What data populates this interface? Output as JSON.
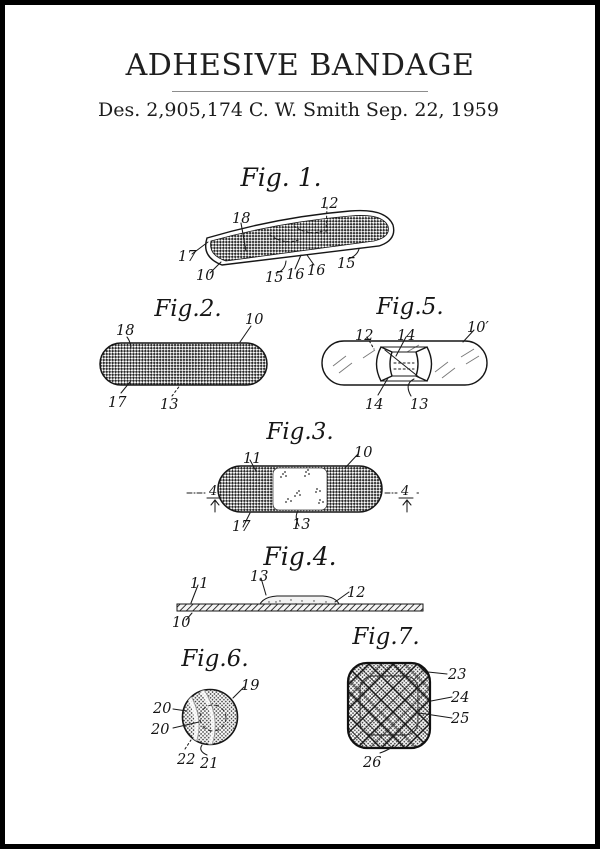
{
  "header": {
    "title": "ADHESIVE BANDAGE",
    "patent_number": "Des. 2,905,174",
    "inventor": "C. W. Smith",
    "issue_date": "Sep. 22, 1959"
  },
  "colors": {
    "ink": "#1a1a1a",
    "paper": "#ffffff",
    "frame": "#000000",
    "rule": "#8d8d8d"
  },
  "figures": [
    {
      "name": "fig-1",
      "heading": "Fig. 1.",
      "labels": [
        "18",
        "12",
        "17",
        "10",
        "15",
        "16",
        "16",
        "15"
      ]
    },
    {
      "name": "fig-2",
      "heading": "Fig.2.",
      "labels": [
        "18",
        "10",
        "17",
        "13"
      ]
    },
    {
      "name": "fig-5",
      "heading": "Fig.5.",
      "labels": [
        "12",
        "14",
        "10′",
        "14",
        "13"
      ]
    },
    {
      "name": "fig-3",
      "heading": "Fig.3.",
      "labels": [
        "11",
        "10",
        "17",
        "13",
        "4",
        "4"
      ]
    },
    {
      "name": "fig-4",
      "heading": "Fig.4.",
      "labels": [
        "11",
        "13",
        "12",
        "10"
      ]
    },
    {
      "name": "fig-6",
      "heading": "Fig.6.",
      "labels": [
        "19",
        "20",
        "20",
        "22",
        "21"
      ]
    },
    {
      "name": "fig-7",
      "heading": "Fig.7.",
      "labels": [
        "23",
        "24",
        "25",
        "26"
      ]
    }
  ]
}
